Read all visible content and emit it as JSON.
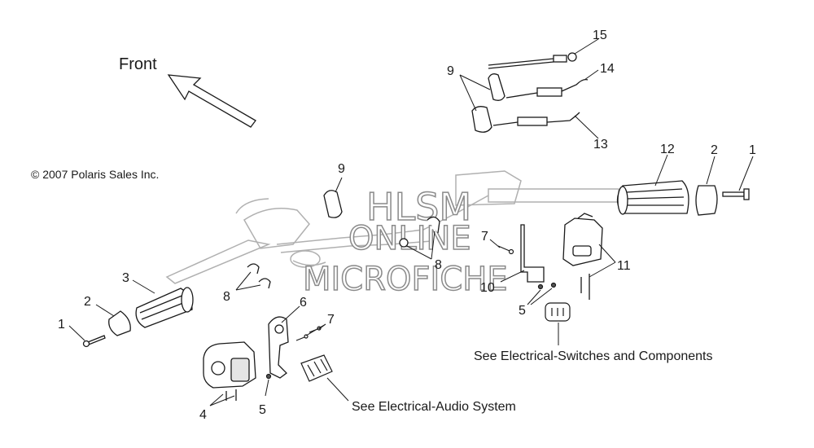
{
  "diagram": {
    "front_label": "Front",
    "copyright": "© 2007 Polaris Sales Inc.",
    "watermark": {
      "line1": "HLSM",
      "line2": "ONLINE",
      "line3": "MICROFICHE"
    },
    "notes": {
      "switches": "See Electrical-Switches and Components",
      "audio": "See Electrical-Audio System"
    },
    "callouts": {
      "c15": "15",
      "c14": "14",
      "c13": "13",
      "c9_top": "9",
      "c9_mid": "9",
      "c12": "12",
      "c2_right": "2",
      "c1_right": "1",
      "c7_right": "7",
      "c8_mid": "8",
      "c11": "11",
      "c10": "10",
      "c5_right": "5",
      "c3": "3",
      "c2_left": "2",
      "c1_left": "1",
      "c8_left": "8",
      "c6": "6",
      "c7_left": "7",
      "c4": "4",
      "c5_left": "5"
    },
    "colors": {
      "line": "#1a1a1a",
      "ghost": "#b0b0b0",
      "watermark_stroke": "#8a8a8a"
    }
  }
}
